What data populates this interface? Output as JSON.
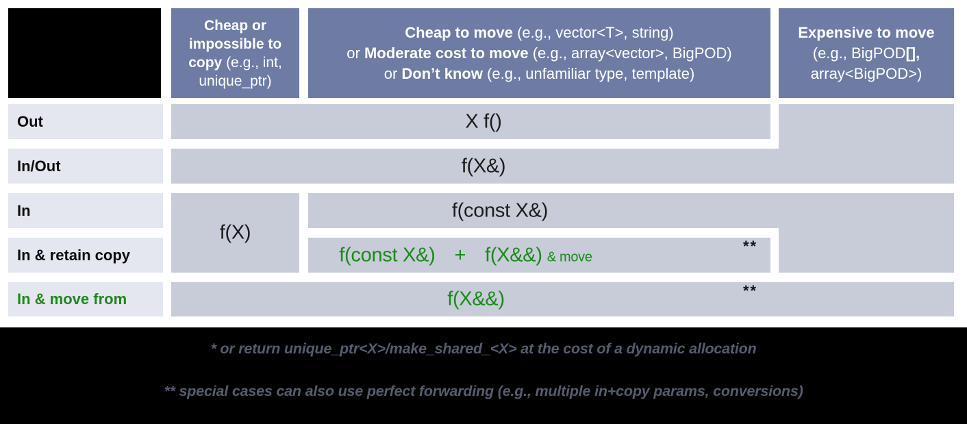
{
  "table": {
    "headers": [
      {
        "name": "cheap-or-impossible-to-copy",
        "lines": [
          [
            {
              "t": "Cheap or",
              "b": true
            }
          ],
          [
            {
              "t": "impossible to",
              "b": true
            }
          ],
          [
            {
              "t": "copy",
              "b": true
            },
            {
              "t": " (e.g., int,",
              "b": false
            }
          ],
          [
            {
              "t": "unique_ptr)",
              "b": false
            }
          ]
        ]
      },
      {
        "name": "cheap-or-moderate-or-unknown-move",
        "lines": [
          [
            {
              "t": "Cheap to move",
              "b": true
            },
            {
              "t": " (e.g., vector<T>, string)",
              "b": false
            }
          ],
          [
            {
              "t": "or ",
              "b": false
            },
            {
              "t": "Moderate cost to move",
              "b": true
            },
            {
              "t": " (e.g., array<vector>, BigPOD)",
              "b": false
            }
          ],
          [
            {
              "t": "or ",
              "b": false
            },
            {
              "t": "Don’t know",
              "b": true
            },
            {
              "t": " (e.g., unfamiliar type, template)",
              "b": false
            }
          ]
        ]
      },
      {
        "name": "expensive-to-move",
        "lines": [
          [
            {
              "t": "Expensive to move",
              "b": true
            }
          ],
          [
            {
              "t": "(e.g., BigPOD",
              "b": false
            },
            {
              "t": "[],",
              "b": true
            }
          ],
          [
            {
              "t": "array<BigPOD>)",
              "b": false
            }
          ]
        ]
      }
    ],
    "rows": [
      {
        "label": "Out"
      },
      {
        "label": "In/Out"
      },
      {
        "label": "In"
      },
      {
        "label": "In & retain copy"
      },
      {
        "label": "In & move from"
      }
    ],
    "cells": {
      "out": "X f()",
      "inout": "f(X&)",
      "in": "f(const X&)",
      "copy": "f(X)",
      "retain": {
        "p1": "f(const X&)",
        "plus": "+",
        "p2": "f(X&&)",
        "suffix": "& move",
        "marker": "**"
      },
      "movefrom": {
        "text": "f(X&&)",
        "marker": "**"
      }
    }
  },
  "footnotes": [
    "* or return unique_ptr<X>/make_shared_<X> at the cost of a dynamic allocation",
    "** special cases can also use perfect forwarding (e.g., multiple in+copy params, conversions)"
  ],
  "colors": {
    "header_bg": "#6e7ca5",
    "cell_bg": "#c8ccd9",
    "row_label_bg": "#e4e7ef",
    "accent_green": "#1a8a1a",
    "footnote_text": "#565c6e",
    "black": "#000000"
  }
}
